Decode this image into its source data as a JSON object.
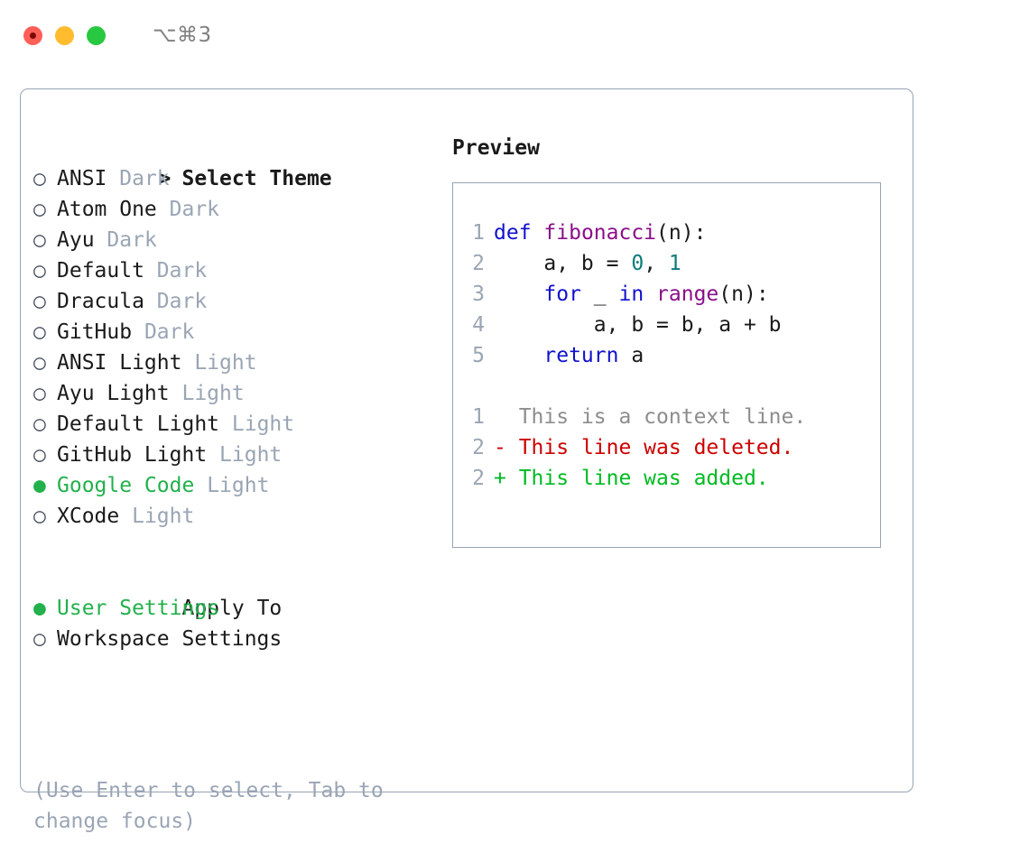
{
  "window": {
    "shortcut_label": "⌥⌘3",
    "traffic_lights": [
      "close",
      "minimize",
      "zoom"
    ]
  },
  "theme_panel": {
    "header": {
      "prompt": ">",
      "title": "Select Theme"
    },
    "bullet_selected": "●",
    "bullet_unselected": "○",
    "items": [
      {
        "bullet": "○",
        "label": "ANSI",
        "tag": "Dark",
        "selected": false
      },
      {
        "bullet": "○",
        "label": "Atom One",
        "tag": "Dark",
        "selected": false
      },
      {
        "bullet": "○",
        "label": "Ayu",
        "tag": "Dark",
        "selected": false
      },
      {
        "bullet": "○",
        "label": "Default",
        "tag": "Dark",
        "selected": false
      },
      {
        "bullet": "○",
        "label": "Dracula",
        "tag": "Dark",
        "selected": false
      },
      {
        "bullet": "○",
        "label": "GitHub",
        "tag": "Dark",
        "selected": false
      },
      {
        "bullet": "○",
        "label": "ANSI Light",
        "tag": "Light",
        "selected": false
      },
      {
        "bullet": "○",
        "label": "Ayu Light",
        "tag": "Light",
        "selected": false
      },
      {
        "bullet": "○",
        "label": "Default Light",
        "tag": "Light",
        "selected": false
      },
      {
        "bullet": "○",
        "label": "GitHub Light",
        "tag": "Light",
        "selected": false
      },
      {
        "bullet": "●",
        "label": "Google Code",
        "tag": "Light",
        "selected": true
      },
      {
        "bullet": "○",
        "label": "XCode",
        "tag": "Light",
        "selected": false
      }
    ],
    "apply_to": {
      "title": "Apply To",
      "options": [
        {
          "bullet": "●",
          "label": "User Settings",
          "selected": true
        },
        {
          "bullet": "○",
          "label": "Workspace Settings",
          "selected": false
        }
      ]
    },
    "hint": "(Use Enter to select, Tab to change focus)"
  },
  "preview": {
    "title": "Preview",
    "code_lines": [
      {
        "n": "1",
        "tokens": [
          {
            "t": "def",
            "c": "kw"
          },
          {
            "t": " ",
            "c": "plain"
          },
          {
            "t": "fibonacci",
            "c": "fn"
          },
          {
            "t": "(n):",
            "c": "plain"
          }
        ]
      },
      {
        "n": "2",
        "tokens": [
          {
            "t": "    a, b = ",
            "c": "plain"
          },
          {
            "t": "0",
            "c": "num"
          },
          {
            "t": ", ",
            "c": "plain"
          },
          {
            "t": "1",
            "c": "num"
          }
        ]
      },
      {
        "n": "3",
        "tokens": [
          {
            "t": "    ",
            "c": "plain"
          },
          {
            "t": "for",
            "c": "kw"
          },
          {
            "t": " _ ",
            "c": "plain"
          },
          {
            "t": "in",
            "c": "kw"
          },
          {
            "t": " ",
            "c": "plain"
          },
          {
            "t": "range",
            "c": "fn"
          },
          {
            "t": "(n):",
            "c": "plain"
          }
        ]
      },
      {
        "n": "4",
        "tokens": [
          {
            "t": "        a, b = b, a + b",
            "c": "plain"
          }
        ]
      },
      {
        "n": "5",
        "tokens": [
          {
            "t": "    ",
            "c": "plain"
          },
          {
            "t": "return",
            "c": "kw"
          },
          {
            "t": " a",
            "c": "plain"
          }
        ]
      }
    ],
    "diff_lines": [
      {
        "n": "1",
        "marker": " ",
        "text": " This is a context line.",
        "kind": "ctx"
      },
      {
        "n": "2",
        "marker": "-",
        "text": " This line was deleted.",
        "kind": "del"
      },
      {
        "n": "2",
        "marker": "+",
        "text": " This line was added.",
        "kind": "add"
      }
    ]
  },
  "colors": {
    "accent_green": "#22b14c",
    "muted": "#9aa5b4",
    "border": "#97a3b4",
    "keyword": "#1111cc",
    "function": "#8a0f8a",
    "number": "#0b7b7b",
    "diff_add": "#00bb22",
    "diff_del": "#cc0000",
    "traffic_red": "#ff5f57",
    "traffic_yellow": "#febc2e",
    "traffic_green": "#28c840"
  }
}
